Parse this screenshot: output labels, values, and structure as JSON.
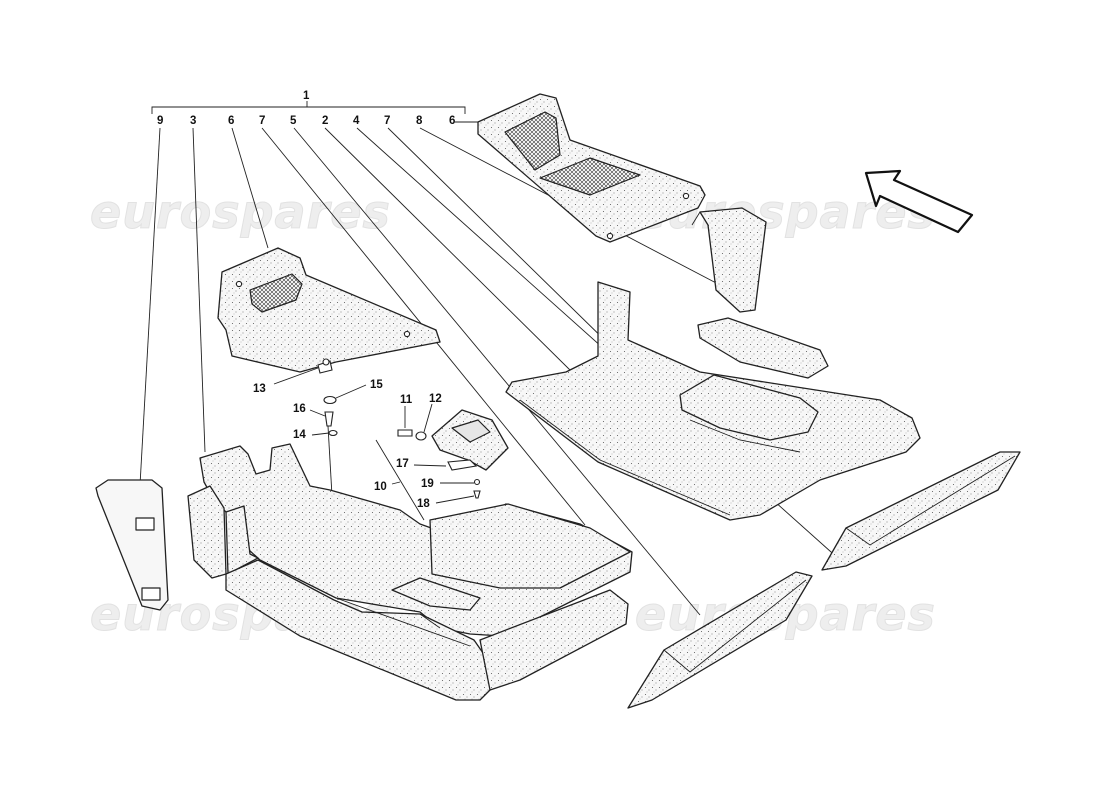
{
  "watermark": {
    "text": "eurospares"
  },
  "group_callout": {
    "label": "1"
  },
  "top_callouts": [
    "9",
    "3",
    "6",
    "7",
    "5",
    "2",
    "4",
    "7",
    "8",
    "6"
  ],
  "hardware_callouts": {
    "c10": "10",
    "c11": "11",
    "c12": "12",
    "c13": "13",
    "c14": "14",
    "c15": "15",
    "c16": "16",
    "c17": "17",
    "c18": "18",
    "c19": "19"
  },
  "arrow": {
    "icon": "direction-arrow-icon"
  },
  "colors": {
    "line": "#222222",
    "mat_fill": "#f4f4f4",
    "watermark": "#eeeeee"
  }
}
